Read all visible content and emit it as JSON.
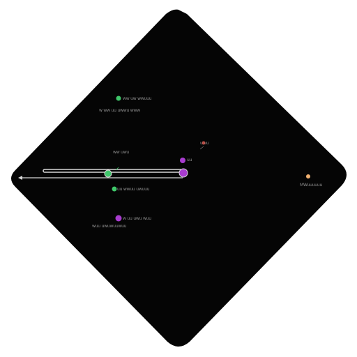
{
  "colors": {
    "diamond_fill": "#050505",
    "track": "#d8d8d8",
    "green": "#3fc76a",
    "magenta": "#a83ccf",
    "red": "#c0453c",
    "orange": "#f0b070",
    "label_text": "#8f8f8f"
  },
  "labels": {
    "green_top_a": "ww uw wwuuu",
    "green_top_b": "w ww uu uwwu www",
    "green_mid_a": "ww uwu",
    "magenta_right": "uu",
    "red_right": "u uu",
    "green_low": "uu wwuu uwuuu",
    "magenta_low_a": "w uu uwu wuu",
    "magenta_low_b": "wuu uwuwuuwuu",
    "orange_right": "MWuuuuuu"
  },
  "icons": {
    "green_node": "circle-icon",
    "magenta_node": "circle-icon",
    "red_node": "circle-icon",
    "orange_node": "circle-icon",
    "arrow_left": "arrowhead-icon"
  }
}
